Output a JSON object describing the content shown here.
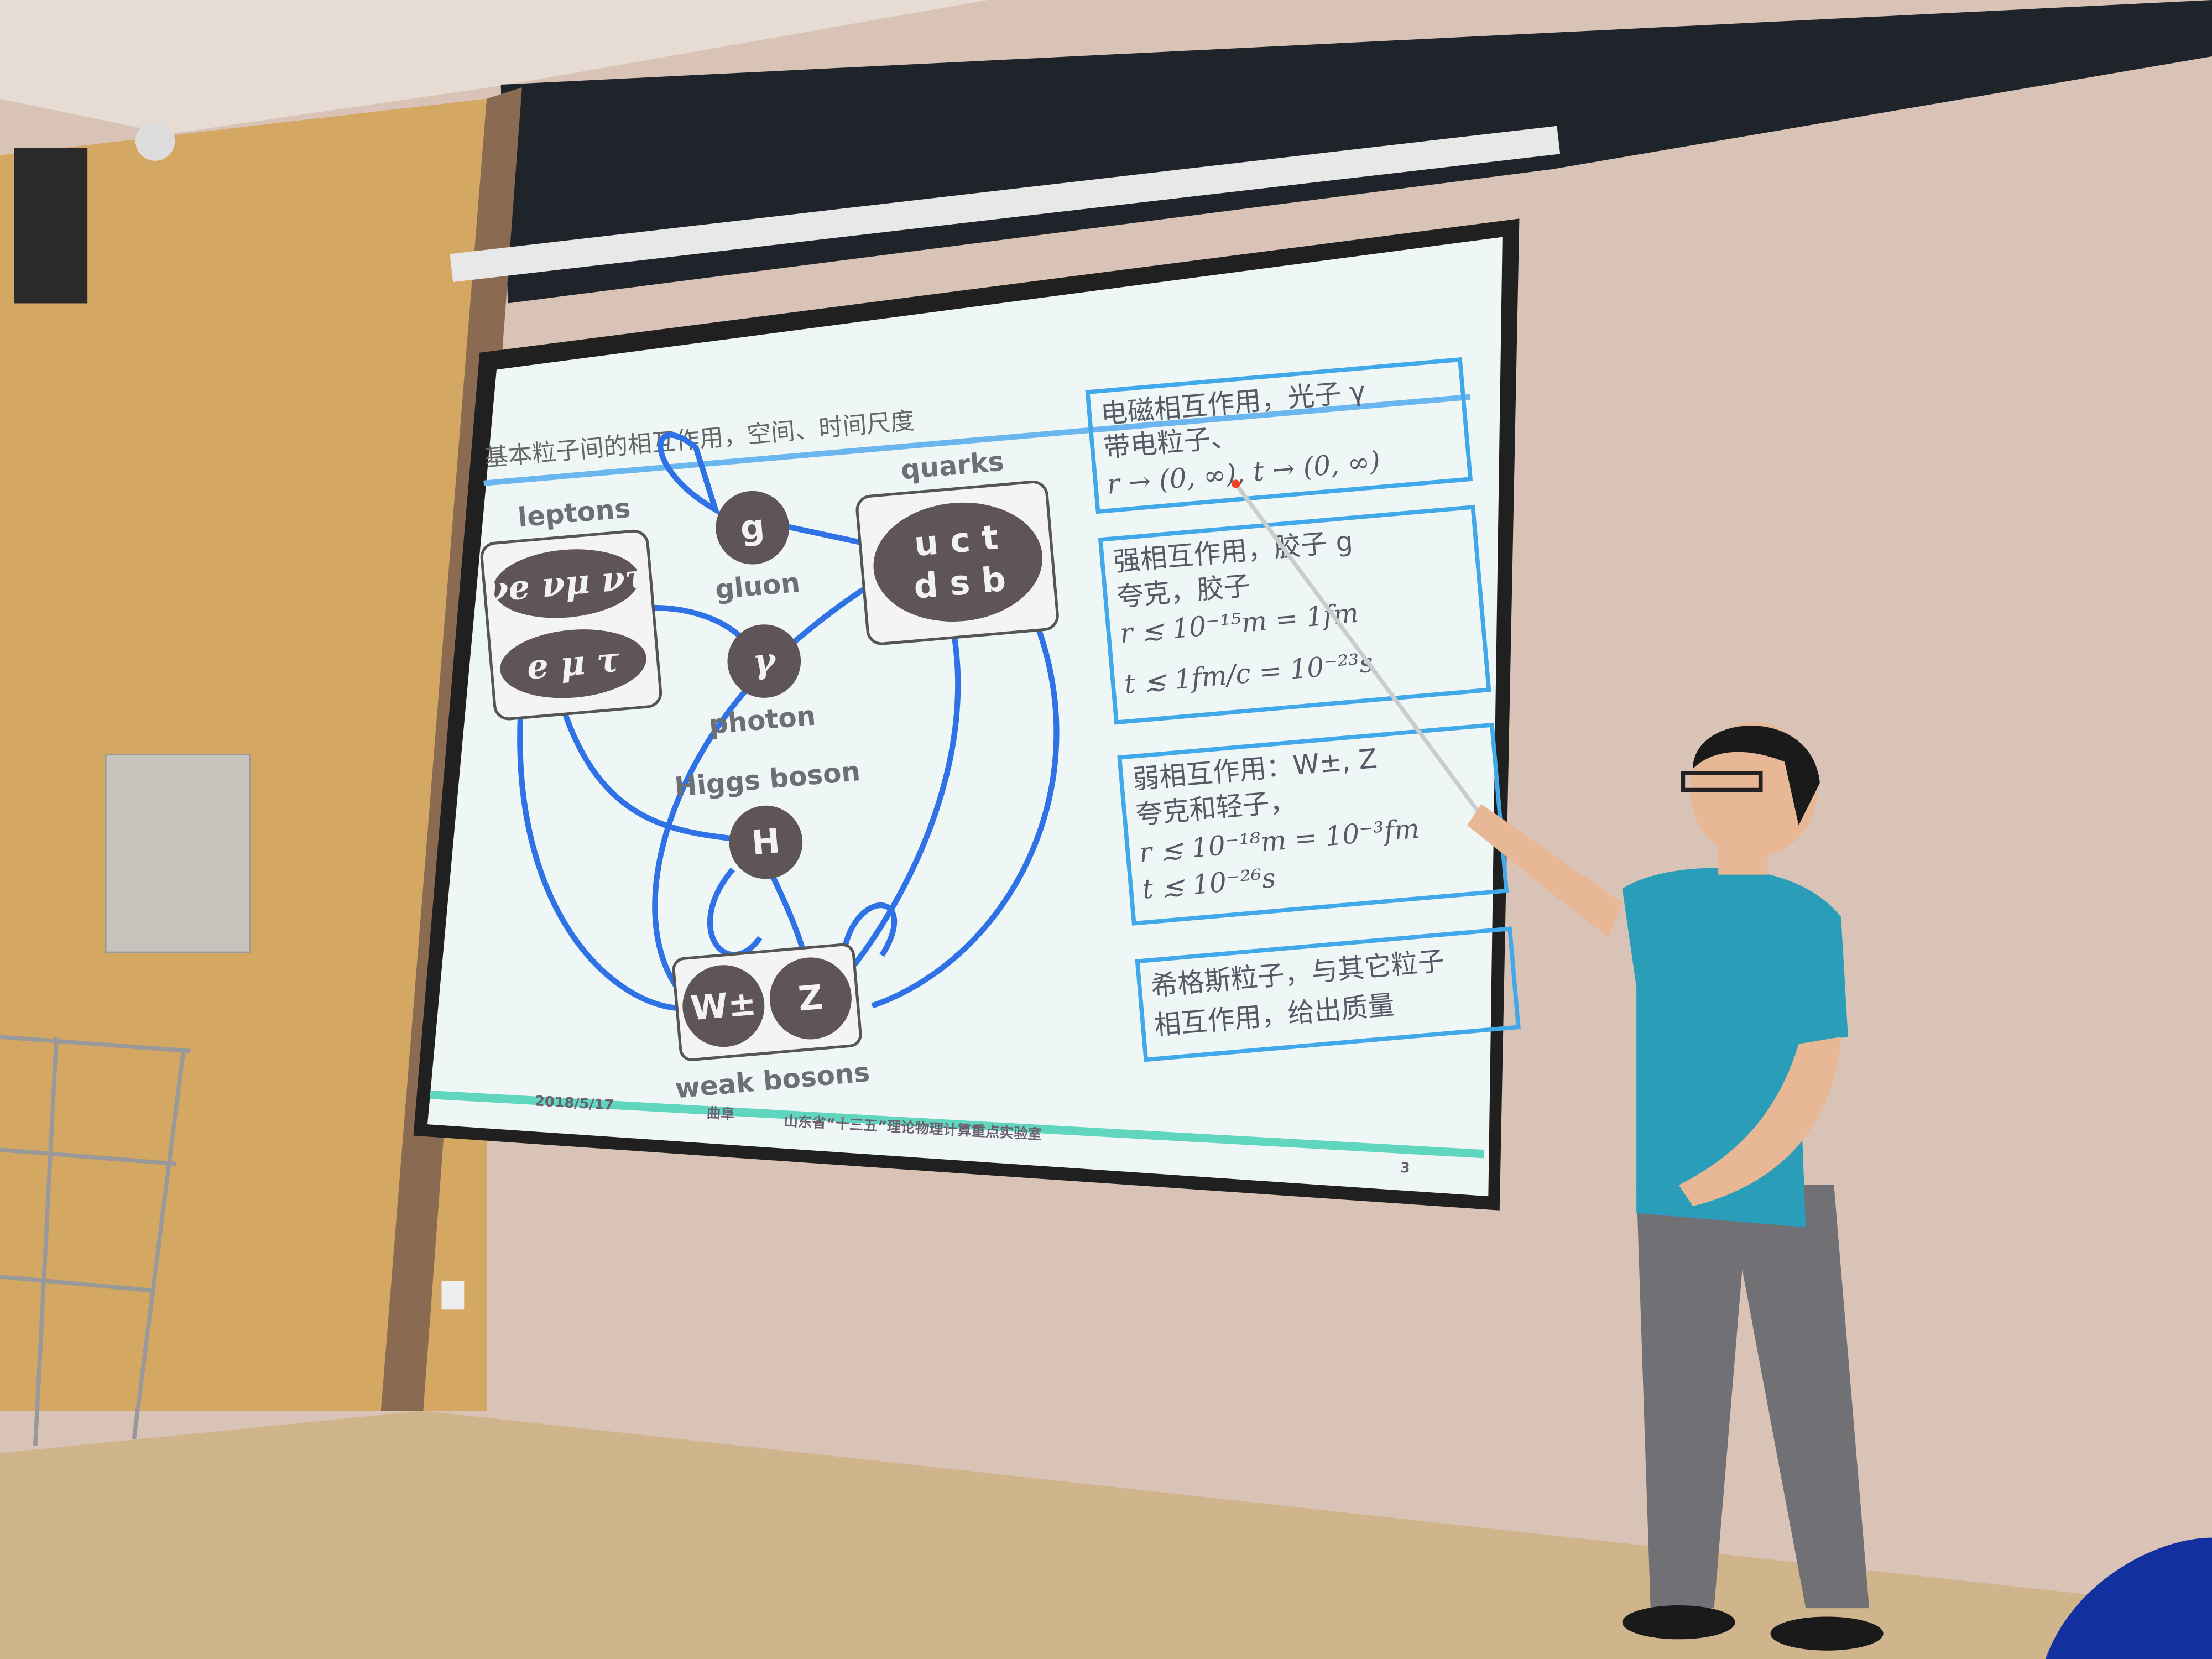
{
  "slide": {
    "title": "基本粒子间的相互作用，空间、时间尺度",
    "diagram": {
      "leptons_label": "leptons",
      "neutrinos": "νe νμ ντ",
      "charged_leptons": "e μ τ",
      "quarks_label": "quarks",
      "quarks_row1": "u c t",
      "quarks_row2": "d s b",
      "gluon_symbol": "g",
      "gluon_label": "gluon",
      "photon_symbol": "γ",
      "photon_label": "photon",
      "higgs_label": "Higgs boson",
      "higgs_symbol": "H",
      "w_symbol": "W±",
      "z_symbol": "Z",
      "weak_label": "weak bosons"
    },
    "boxes": [
      {
        "lines": [
          "电磁相互作用，光子 γ",
          "带电粒子、",
          "r → (0, ∞),   t → (0, ∞)"
        ]
      },
      {
        "lines": [
          "强相互作用，胶子 g",
          "夸克，胶子",
          "r ≲ 10⁻¹⁵m = 1fm",
          "t ≲ 1fm/c = 10⁻²³s"
        ]
      },
      {
        "lines": [
          "弱相互作用：W±, Z",
          "夸克和轻子，",
          "r ≲ 10⁻¹⁸m = 10⁻³fm",
          "t ≲ 10⁻²⁶s"
        ]
      },
      {
        "lines": [
          "希格斯粒子，与其它粒子",
          "相互作用，给出质量"
        ]
      }
    ],
    "footer": {
      "date": "2018/5/17",
      "place": "曲阜",
      "lab": "山东省“十三五”理论物理计算重点实验室",
      "page": "3"
    }
  },
  "colors": {
    "wall": "#d8c3b6",
    "wood": "#d4a762",
    "screen": "#eef6f6",
    "curve": "#2f72e6",
    "accent_line": "#5fd6bd",
    "particle": "#5f5558",
    "shirt": "#2a9db8"
  }
}
